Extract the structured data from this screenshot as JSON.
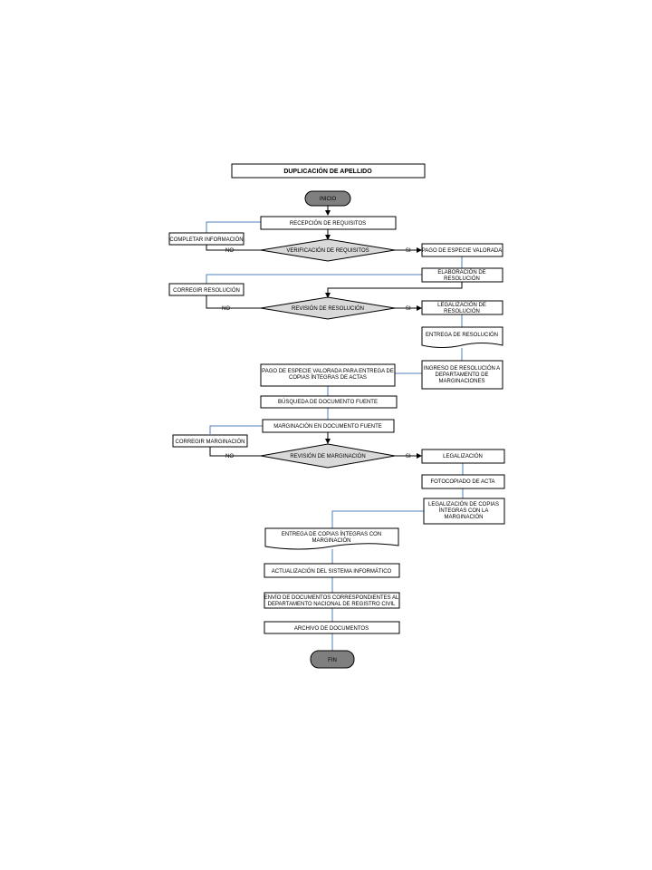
{
  "title": "DUPLICACIÓN DE APELLIDO",
  "colors": {
    "connector_blue": "#4f81bd",
    "decision_fill": "#d9d9d9",
    "terminal_fill": "#7f7f7f"
  },
  "nodes": {
    "inicio": "INICIO",
    "recepcion": "RECEPCIÓN DE REQUISITOS",
    "verificacion": "VERIFICACIÓN DE REQUISITOS",
    "completar": "COMPLETAR INFORMACIÓN",
    "pago_especie": "PAGO DE ESPECIE VALORADA",
    "elaboracion": [
      "ELABORACIÓN DE",
      "RESOLUCIÓN"
    ],
    "corregir_resolucion": "CORREGIR RESOLUCIÓN",
    "revision_resolucion": "REVISIÓN DE RESOLUCIÓN",
    "legalizacion_resolucion": [
      "LEGALIZACIÓN DE",
      "RESOLUCIÓN"
    ],
    "entrega_resolucion": "ENTREGA DE RESOLUCIÓN",
    "ingreso_resolucion": [
      "INGRESO DE RESOLUCIÓN A",
      "DEPARTAMENTO DE",
      "MARGINACIONES"
    ],
    "pago_copias": [
      "PAGO DE ESPECIE VALORADA PARA ENTREGA DE",
      "COPIAS ÍNTEGRAS DE ACTAS"
    ],
    "busqueda": "BÚSQUEDA DE DOCUMENTO FUENTE",
    "marginacion": "MARGINACIÓN EN DOCUMENTO FUENTE",
    "corregir_marginacion": "CORREGIR MARGINACIÓN",
    "revision_marginacion": "REVISIÓN DE MARGINACIÓN",
    "legalizacion": "LEGALIZACIÓN",
    "fotocopiado": "FOTOCOPIADO DE ACTA",
    "legalizacion_copias": [
      "LEGALIZACIÓN DE COPIAS",
      "ÍNTEGRAS CON LA",
      "MARGINACIÓN"
    ],
    "entrega_copias": [
      "ENTREGA DE COPIAS ÍNTEGRAS CON",
      "MARGINACIÓN"
    ],
    "actualizacion": "ACTUALIZACIÓN DEL SISTEMA INFORMÁTICO",
    "envio": [
      "ENVÍO DE DOCUMENTOS CORRESPONDIENTES AL",
      "DEPARTAMENTO NACIONAL DE REGISTRO CIVIL"
    ],
    "archivo": "ARCHIVO DE DOCUMENTOS",
    "fin": "FIN"
  },
  "edge_labels": {
    "yes": "SI",
    "no": "NO"
  }
}
